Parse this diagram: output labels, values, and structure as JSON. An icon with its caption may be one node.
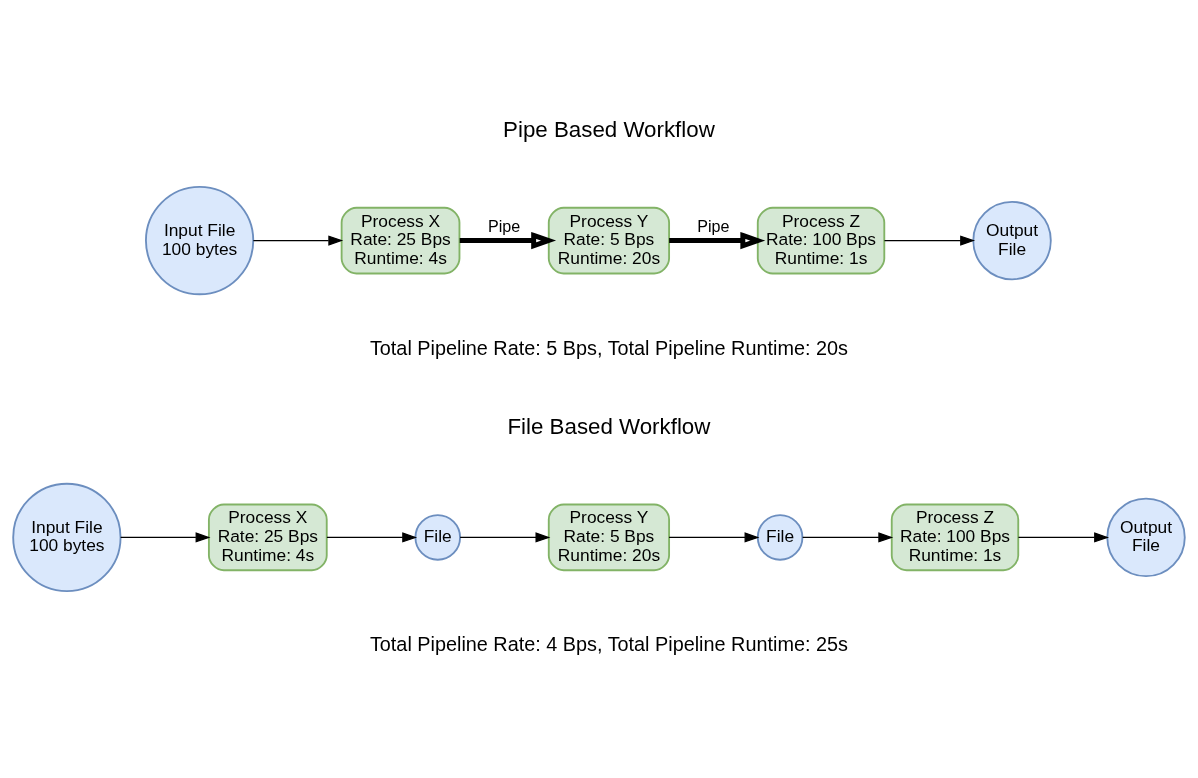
{
  "diagram": {
    "nodes": [
      {
        "text": [
          "Input File 100 bytes"
        ]
      },
      {
        "text": [
          "Process X",
          "Rate: 25 Bps",
          "Runtime: 4s"
        ]
      },
      {
        "text": [
          "Process Y",
          "Rate: 5 Bps",
          "Runtime: 20s"
        ]
      },
      {
        "text": [
          "Process Z",
          "Rate: 100 Bps",
          "Runtime: 1s"
        ]
      },
      {
        "text": [
          "Output File"
        ]
      },
      {
        "text": [
          "Input File 100 bytes"
        ]
      },
      {
        "text": [
          "Process X",
          "Rate: 25 Bps",
          "Runtime: 4s"
        ]
      },
      {
        "text": [
          "File"
        ]
      },
      {
        "text": [
          "Process Y",
          "Rate: 5 Bps",
          "Runtime: 20s"
        ]
      },
      {
        "text": [
          "File"
        ]
      },
      {
        "text": [
          "Process Z",
          "Rate: 100 Bps",
          "Runtime: 1s"
        ]
      },
      {
        "text": [
          "Output File"
        ]
      }
    ],
    "edges": [
      {
        "from": 0,
        "to": 1,
        "arrow": "to"
      },
      {
        "from": 1,
        "to": 2,
        "arrow": "to",
        "label": "Pipe",
        "style": "thick"
      },
      {
        "from": 2,
        "to": 3,
        "arrow": "to",
        "label": "Pipe",
        "style": "thick"
      },
      {
        "from": 3,
        "to": 4,
        "arrow": "to"
      },
      {
        "from": 5,
        "to": 6,
        "arrow": "to"
      },
      {
        "from": 6,
        "to": 7,
        "arrow": "to"
      },
      {
        "from": 7,
        "to": 8,
        "arrow": "to"
      },
      {
        "from": 8,
        "to": 9,
        "arrow": "to"
      },
      {
        "from": 9,
        "to": 10,
        "arrow": "to"
      },
      {
        "from": 10,
        "to": 11,
        "arrow": "to"
      }
    ],
    "labels": [
      "Pipe Based Workflow",
      "Total Pipeline Rate: 5 Bps, Total Pipeline Runtime: 20s",
      "File Based Workflow",
      "Total Pipeline Rate: 4 Bps, Total Pipeline Runtime: 25s"
    ]
  }
}
